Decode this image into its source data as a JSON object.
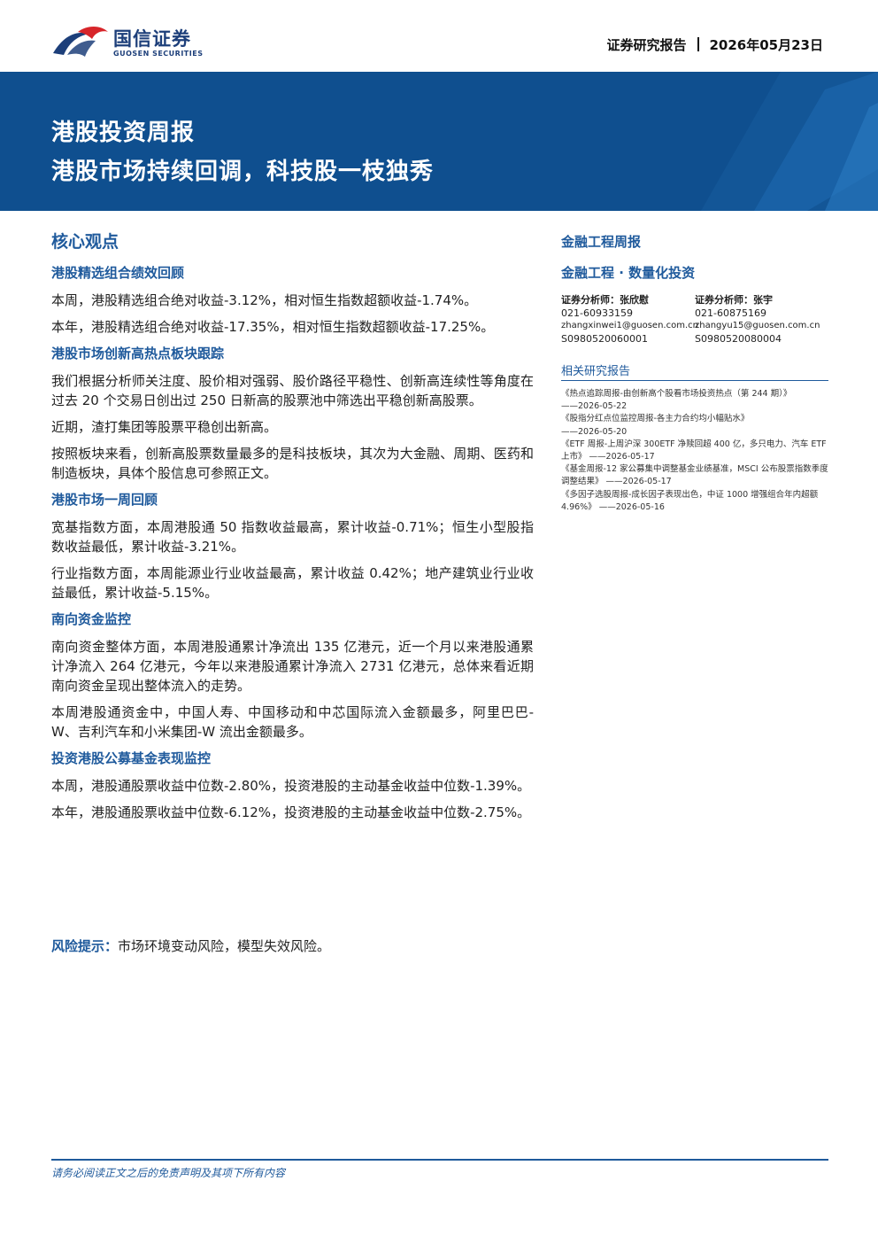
{
  "header": {
    "logo_cn": "国信证券",
    "logo_en": "GUOSEN SECURITIES",
    "report_type": "证券研究报告",
    "date": "2026年05月23日"
  },
  "banner": {
    "title": "港股投资周报",
    "subtitle": "港股市场持续回调，科技股一枝独秀"
  },
  "main": {
    "core_title": "核心观点",
    "sections": [
      {
        "title": "港股精选组合绩效回顾",
        "paragraphs": [
          "本周，港股精选组合绝对收益-3.12%，相对恒生指数超额收益-1.74%。",
          "本年，港股精选组合绝对收益-17.35%，相对恒生指数超额收益-17.25%。"
        ]
      },
      {
        "title": "港股市场创新高热点板块跟踪",
        "paragraphs": [
          "我们根据分析师关注度、股价相对强弱、股价路径平稳性、创新高连续性等角度在过去 20 个交易日创出过 250 日新高的股票池中筛选出平稳创新高股票。",
          "近期，渣打集团等股票平稳创出新高。",
          "按照板块来看，创新高股票数量最多的是科技板块，其次为大金融、周期、医药和制造板块，具体个股信息可参照正文。"
        ]
      },
      {
        "title": "港股市场一周回顾",
        "paragraphs": [
          "宽基指数方面，本周港股通 50 指数收益最高，累计收益-0.71%；恒生小型股指数收益最低，累计收益-3.21%。",
          "行业指数方面，本周能源业行业收益最高，累计收益 0.42%；地产建筑业行业收益最低，累计收益-5.15%。"
        ]
      },
      {
        "title": "南向资金监控",
        "paragraphs": [
          "南向资金整体方面，本周港股通累计净流出 135 亿港元，近一个月以来港股通累计净流入 264 亿港元，今年以来港股通累计净流入 2731 亿港元，总体来看近期南向资金呈现出整体流入的走势。",
          "本周港股通资金中，中国人寿、中国移动和中芯国际流入金额最多，阿里巴巴-W、吉利汽车和小米集团-W 流出金额最多。"
        ]
      },
      {
        "title": "投资港股公募基金表现监控",
        "paragraphs": [
          "本周，港股通股票收益中位数-2.80%，投资港股的主动基金收益中位数-1.39%。",
          "本年，港股通股票收益中位数-6.12%，投资港股的主动基金收益中位数-2.75%。"
        ]
      }
    ],
    "risk_label": "风险提示：",
    "risk_text": "市场环境变动风险，模型失效风险。"
  },
  "side": {
    "report_series": "金融工程周报",
    "category": "金融工程 · 数量化投资",
    "analysts": [
      {
        "role": "证券分析师：张欣慰",
        "phone": "021-60933159",
        "email": "zhangxinwei1@guosen.com.cn",
        "license": "S0980520060001"
      },
      {
        "role": "证券分析师：张宇",
        "phone": "021-60875169",
        "email": "zhangyu15@guosen.com.cn",
        "license": "S0980520080004"
      }
    ],
    "related_title": "相关研究报告",
    "related": [
      "《热点追踪周报-由创新高个股看市场投资热点（第 244 期）》",
      "——2026-05-22",
      "《股指分红点位监控周报-各主力合约均小幅贴水》",
      "——2026-05-20",
      "《ETF 周报-上周沪深 300ETF 净赎回超 400 亿，多只电力、汽车 ETF 上市》 ——2026-05-17",
      "《基金周报-12 家公募集中调整基金业绩基准，MSCI 公布股票指数季度调整结果》 ——2026-05-17",
      "《多因子选股周报-成长因子表现出色，中证 1000 增强组合年内超额 4.96%》 ——2026-05-16"
    ]
  },
  "footer": {
    "disclaimer": "请务必阅读正文之后的免责声明及其项下所有内容"
  },
  "colors": {
    "brand_blue": "#0f4f8f",
    "heading_blue": "#1f5a9c",
    "logo_red": "#d7252a"
  }
}
